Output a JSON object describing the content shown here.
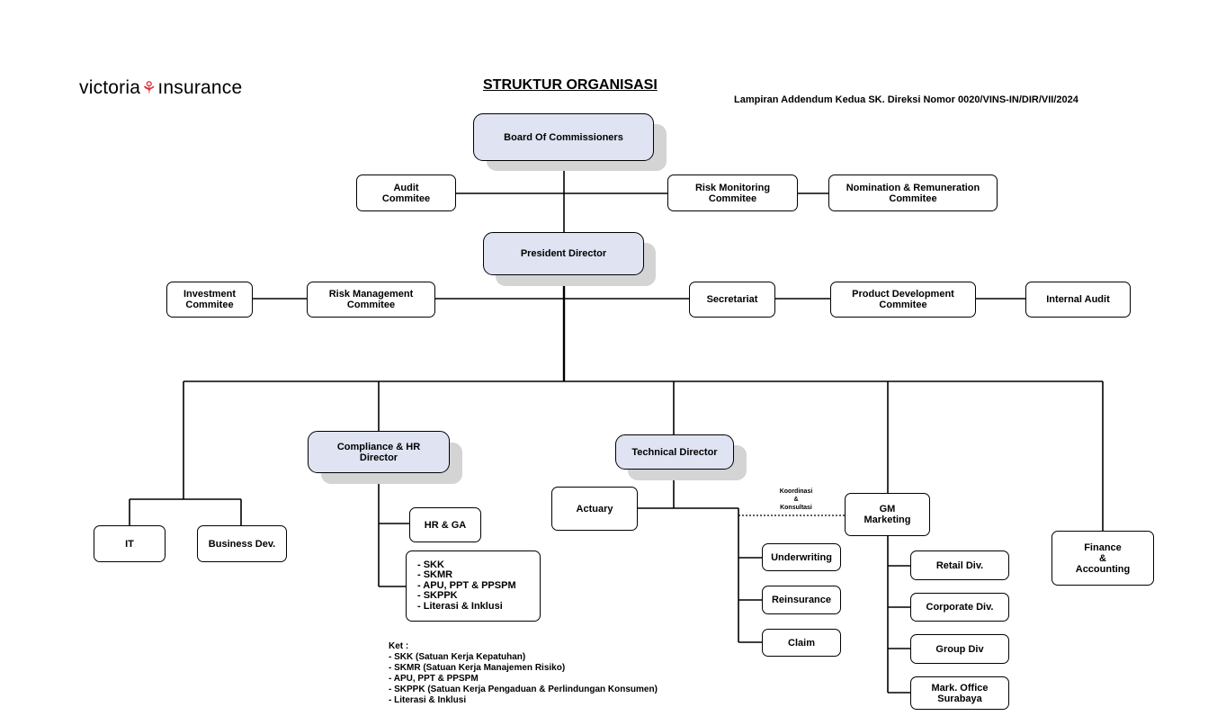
{
  "header": {
    "logo_left": "victoria",
    "logo_right": "ınsurance",
    "title": "STRUKTUR ORGANISASI",
    "reference": "Lampiran Addendum Kedua SK. Direksi Nomor 0020/VINS-IN/DIR/VII/2024"
  },
  "nodes": {
    "board": "Board Of Commissioners",
    "audit_committee": "Audit\nCommitee",
    "risk_monitoring": "Risk Monitoring\nCommitee",
    "nomination": "Nomination & Remuneration\nCommitee",
    "president": "President Director",
    "investment": "Investment\nCommitee",
    "risk_management": "Risk Management\nCommitee",
    "secretariat": "Secretariat",
    "product_dev": "Product Development\nCommitee",
    "internal_audit": "Internal Audit",
    "compliance": "Compliance & HR\nDirector",
    "technical": "Technical Director",
    "it": "IT",
    "business_dev": "Business Dev.",
    "hr_ga": "HR & GA",
    "compliance_units": "- SKK\n- SKMR\n- APU, PPT & PPSPM\n- SKPPK\n- Literasi & Inklusi",
    "actuary": "Actuary",
    "gm_marketing": "GM\nMarketing",
    "koordinasi": "Koordinasi\n&\nKonsultasi",
    "underwriting": "Underwriting",
    "reinsurance": "Reinsurance",
    "claim": "Claim",
    "retail": "Retail Div.",
    "corporate": "Corporate Div.",
    "group": "Group Div",
    "mark_office": "Mark. Office\nSurabaya",
    "finance": "Finance\n&\nAccounting"
  },
  "legend": "Ket :\n- SKK (Satuan Kerja Kepatuhan)\n- SKMR (Satuan Kerja Manajemen Risiko)\n- APU, PPT & PPSPM\n- SKPPK (Satuan Kerja Pengaduan & Perlindungan Konsumen)\n- Literasi & Inklusi",
  "colors": {
    "director_fill": "#dfe3f2",
    "shadow": "#d4d4d4",
    "logo_accent": "#e0303a"
  }
}
